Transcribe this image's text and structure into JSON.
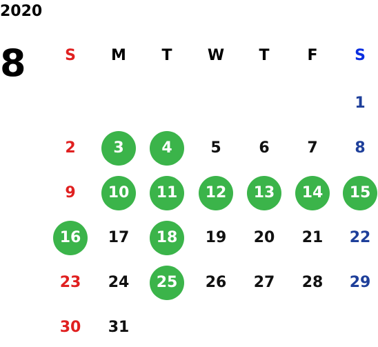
{
  "year": "2020",
  "month": "8",
  "colors": {
    "sunday": "#e02020",
    "saturday": "#1e3f9a",
    "saturday_header": "#0a2ee0",
    "highlight": "#3bb44a",
    "text": "#111111"
  },
  "weekdays": [
    "S",
    "M",
    "T",
    "W",
    "T",
    "F",
    "S"
  ],
  "weeks": [
    [
      null,
      null,
      null,
      null,
      null,
      null,
      "1"
    ],
    [
      "2",
      "3",
      "4",
      "5",
      "6",
      "7",
      "8"
    ],
    [
      "9",
      "10",
      "11",
      "12",
      "13",
      "14",
      "15"
    ],
    [
      "16",
      "17",
      "18",
      "19",
      "20",
      "21",
      "22"
    ],
    [
      "23",
      "24",
      "25",
      "26",
      "27",
      "28",
      "29"
    ],
    [
      "30",
      "31",
      null,
      null,
      null,
      null,
      null
    ]
  ],
  "highlighted_days": [
    "3",
    "4",
    "10",
    "11",
    "12",
    "13",
    "14",
    "15",
    "16",
    "18",
    "25"
  ]
}
